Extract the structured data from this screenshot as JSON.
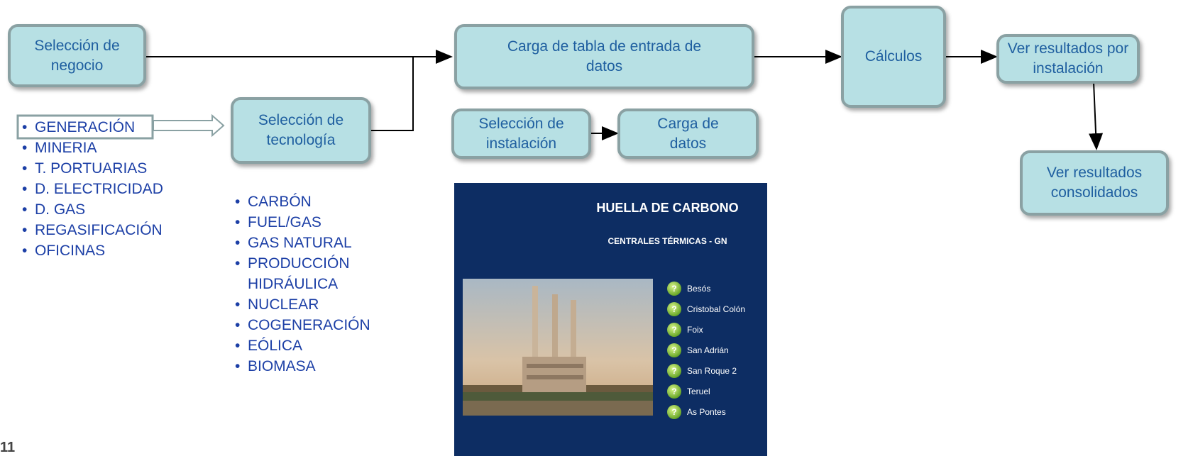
{
  "boxes": {
    "seleccion_negocio": [
      "Selección de",
      "negocio"
    ],
    "seleccion_tecnologia": [
      "Selección de",
      "tecnología"
    ],
    "carga_tabla": [
      "Carga de tabla de entrada de",
      "datos"
    ],
    "seleccion_instalacion": [
      "Selección de",
      "instalación"
    ],
    "carga_datos": [
      "Carga de",
      "datos"
    ],
    "calculos": [
      "Cálculos"
    ],
    "ver_resultados_instalacion": [
      "Ver resultados por",
      "instalación"
    ],
    "ver_resultados_consolidados": [
      "Ver resultados",
      "consolidados"
    ]
  },
  "negocios": [
    "GENERACIÓN",
    "MINERIA",
    "T. PORTUARIAS",
    "D. ELECTRICIDAD",
    "D. GAS",
    "REGASIFICACIÓN",
    "OFICINAS"
  ],
  "tecnologias": [
    "CARBÓN",
    "FUEL/GAS",
    "GAS NATURAL",
    "PRODUCCIÓN",
    "HIDRÁULICA",
    "NUCLEAR",
    "COGENERACIÓN",
    "EÓLICA",
    "BIOMASA"
  ],
  "preview": {
    "title": "HUELLA DE CARBONO",
    "subtitle": "CENTRALES TÉRMICAS - GN",
    "plants": [
      "Besós",
      "Cristobal Colón",
      "Foix",
      "San Adrián",
      "San Roque 2",
      "Teruel",
      "As Pontes"
    ]
  },
  "page_number": "11",
  "colors": {
    "box_fill": "#b7e0e4",
    "box_border": "#8aa1a3",
    "box_text": "#1f5fa0",
    "list_text": "#1c3fa6",
    "preview_bg": "#0d2d63"
  }
}
